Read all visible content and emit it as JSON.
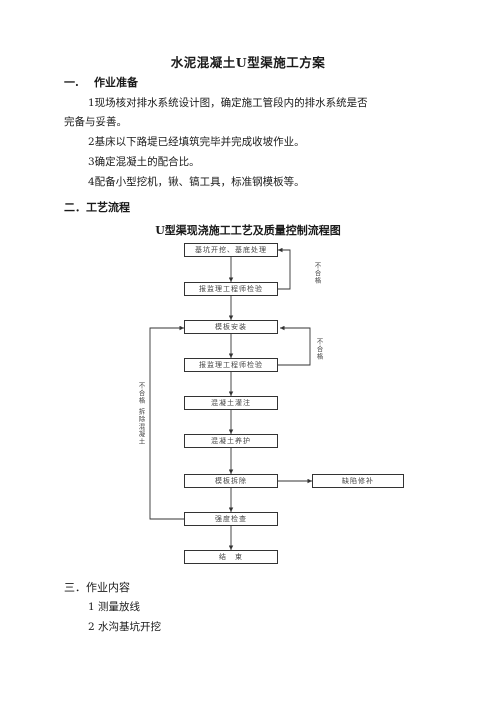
{
  "doc": {
    "title": "水泥混凝土U型渠施工方案",
    "section1": {
      "num": "一.",
      "heading": "作业准备",
      "items": [
        "1现场核对排水系统设计图，确定施工管段内的排水系统是否",
        "完备与妥善。",
        "2基床以下路堤已经填筑完毕并完成收坡作业。",
        "3确定混凝土的配合比。",
        "4配备小型挖机，锹、镐工具，标准钢模板等。"
      ]
    },
    "section2": {
      "heading": "二．工艺流程"
    },
    "flowchart": {
      "title": "U型渠现浇施工工艺及质量控制流程图",
      "boxes": [
        "基坑开挖、基底处理",
        "报监理工程师检验",
        "模板安装",
        "报监理工程师检验",
        "混凝土灌注",
        "混凝土养护",
        "模板拆除",
        "缺陷修补",
        "强度检查",
        "结　束"
      ],
      "loop_labels": [
        "不合格",
        "不合格",
        "不合格 拆除混凝土"
      ]
    },
    "section3": {
      "heading": "三．作业内容",
      "items": [
        "1  测量放线",
        "2  水沟基坑开挖"
      ]
    }
  }
}
